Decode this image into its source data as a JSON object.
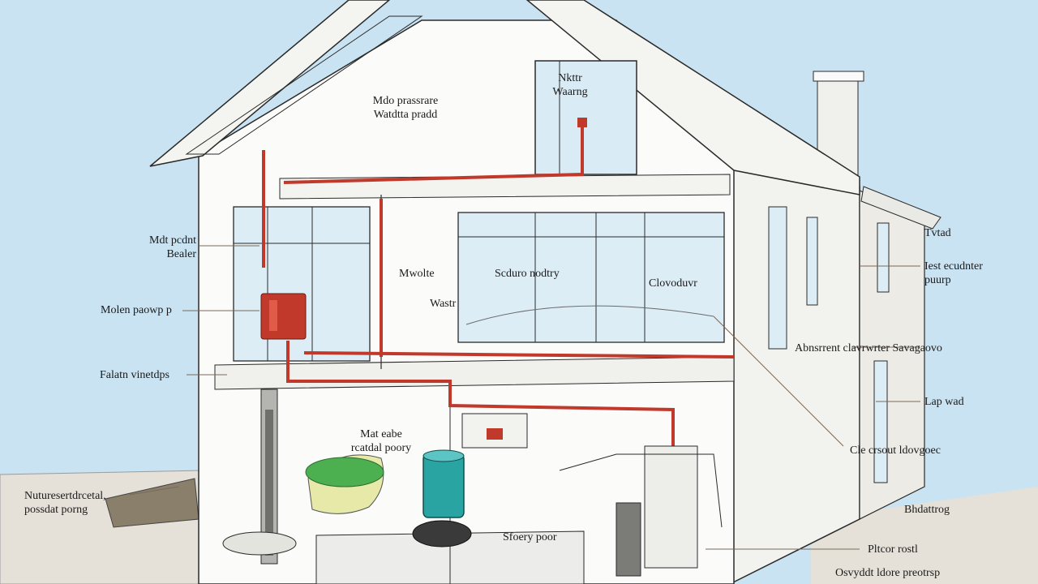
{
  "colors": {
    "sky": "#c9e3f2",
    "wall": "#fbfbf9",
    "outline": "#2a2a2a",
    "pipe": "#c0392b",
    "leader": "#b5651d",
    "tank": "#2aa3a3",
    "moss": "#4caf50",
    "ground": "#e7e4dc"
  },
  "labels": {
    "roof_top": "Mdo prassrare\nWatdtta pradd",
    "roof_vent": "Nkttr\nWaarng",
    "left_upper": "Mdt pcdnt\nBealer",
    "left_pump": "Molen paowp p",
    "left_mid": "Falatn vinetdps",
    "left_ground": "Nuturesertdrcetal,\npossdat porng",
    "center_mwolte": "Mwolte",
    "center_wastr": "Wastr",
    "center_scudro": "Scduro nodtry",
    "center_clovd": "Clovoduvr",
    "basement_moss": "Mat eabe\nrcatdal poory",
    "basement_pump": "Sfoery poor",
    "right_top": "Tvtad",
    "right_upper": "Iest ecudnter\npuurp",
    "right_mid": "Abnsrrent clavrwrter Savagaovo",
    "right_trap": "Lap wad",
    "right_cleanout": "Cle crsout ldovgoec",
    "right_lower": "Bhdattrog",
    "right_bottom1": "Pltcor rostl",
    "right_bottom2": "Osvyddt ldore preotrsp"
  }
}
